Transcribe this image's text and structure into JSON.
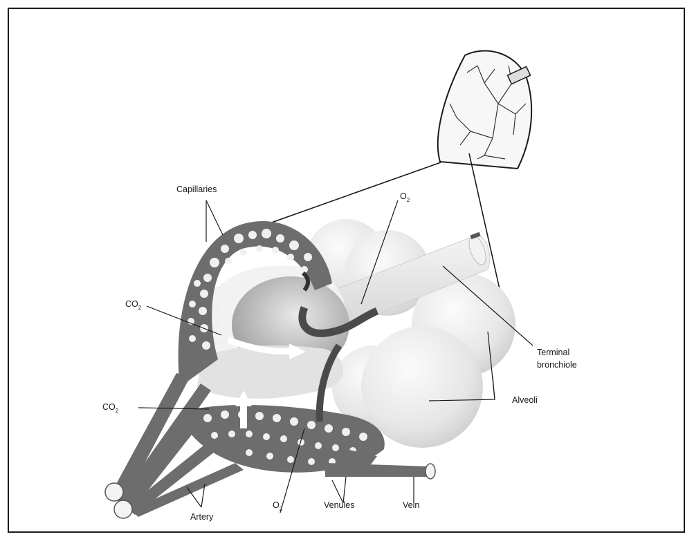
{
  "labels": {
    "capillaries": "Capillaries",
    "o2_top": "O",
    "o2_top_sub": "2",
    "co2_upper": "CO",
    "co2_upper_sub": "2",
    "terminal_line1": "Terminal",
    "terminal_line2": "bronchiole",
    "co2_lower": "CO",
    "co2_lower_sub": "2",
    "alveoli": "Alveoli",
    "artery": "Artery",
    "o2_bottom": "O",
    "o2_bottom_sub": "2",
    "venules": "Venules",
    "vein": "Vein"
  },
  "colors": {
    "vessel_dark": "#6d6d6d",
    "alveolus_light": "#ececec",
    "line": "#1a1a1a"
  }
}
